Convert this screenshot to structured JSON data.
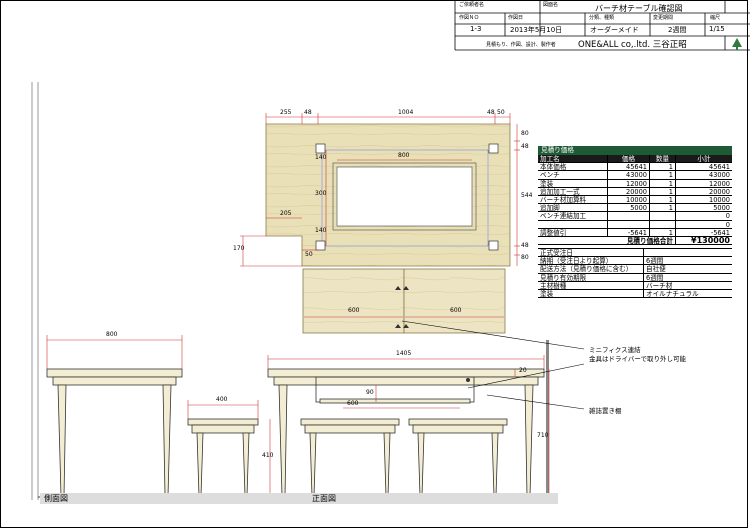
{
  "title_block": {
    "client_label": "ご依頼者名",
    "drawing_name_label": "図面名",
    "drawing_name": "バーチ材テーブル確認図",
    "drawing_no_label": "作図ＮＯ",
    "drawing_no": "1-3",
    "date_label": "作図日",
    "date": "2013年5月10日",
    "category_label": "分類、種類",
    "category": "オーダーメイド",
    "delivery_label": "変更期間",
    "delivery": "2週間",
    "scale_label": "縮尺",
    "scale": "1/15",
    "services": "見積もり、作図、設計、製作者",
    "company": "ONE&ALL co,.ltd. 三谷正昭"
  },
  "estimate": {
    "header": "見積り価格",
    "columns": [
      "加工名",
      "価格",
      "数量",
      "小計"
    ],
    "rows": [
      {
        "name": "本体価格",
        "price": "45641",
        "qty": "1",
        "subtotal": "45641"
      },
      {
        "name": "ベンチ",
        "price": "43000",
        "qty": "1",
        "subtotal": "43000"
      },
      {
        "name": "塗装",
        "price": "12000",
        "qty": "1",
        "subtotal": "12000"
      },
      {
        "name": "追加加工一式",
        "price": "20000",
        "qty": "1",
        "subtotal": "20000"
      },
      {
        "name": "バーチ材加算料",
        "price": "10000",
        "qty": "1",
        "subtotal": "10000"
      },
      {
        "name": "追加脚",
        "price": "5000",
        "qty": "1",
        "subtotal": "5000"
      },
      {
        "name": "ベンチ連結加工",
        "price": "",
        "qty": "",
        "subtotal": "0"
      },
      {
        "name": "",
        "price": "",
        "qty": "",
        "subtotal": "0"
      },
      {
        "name": "調整値引",
        "price": "-5641",
        "qty": "1",
        "subtotal": "-5641"
      }
    ],
    "total_label": "見積り価格合計",
    "total": "¥130000",
    "info": [
      {
        "label": "正式受注日",
        "value": ""
      },
      {
        "label": "納期（受注日より起算）",
        "value": "6週間"
      },
      {
        "label": "配送方法（見積り価格に含む）",
        "value": "自社便"
      },
      {
        "label": "見積り有効期限",
        "value": "6週間"
      },
      {
        "label": "主材樹種",
        "value": "バーチ材"
      },
      {
        "label": "塗装",
        "value": "オイルナチュラル"
      }
    ]
  },
  "plan_dims": {
    "d255": "255",
    "d48a": "48",
    "d1004": "1004",
    "d48b": "48",
    "d50": "50",
    "d80a": "80",
    "d48c": "48",
    "d544": "544",
    "d48d": "48",
    "d80b": "80",
    "d800": "800",
    "d140a": "140",
    "d300": "300",
    "d140b": "140",
    "d205": "205",
    "d170": "170",
    "d50b": "50"
  },
  "bench_dims": {
    "left": "600",
    "right": "600"
  },
  "side_dims": {
    "d800": "800",
    "d400": "400",
    "d410": "410"
  },
  "front_dims": {
    "d1405": "1405",
    "d20": "20",
    "d90": "90",
    "d600": "600",
    "d710": "710"
  },
  "annotations": {
    "minifix": "ミニフィクス連結",
    "minifix2": "金具はドライバーで取り外し可能",
    "shelf": "雑誌置き棚"
  },
  "views": {
    "side": "側面図",
    "front": "正面図"
  }
}
